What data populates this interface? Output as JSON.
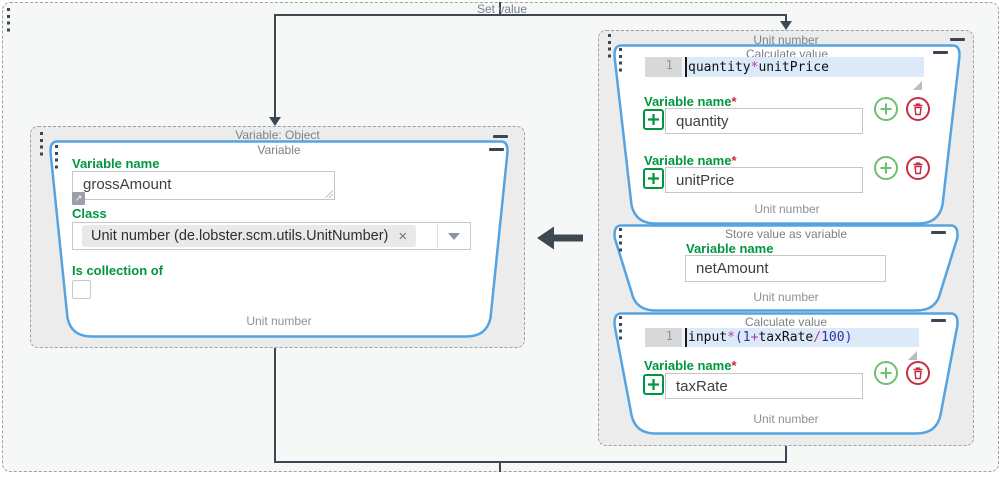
{
  "outer": {
    "label": "Set value"
  },
  "left_group": {
    "title": "Variable: Object",
    "node": {
      "title": "Variable",
      "variable_name_label": "Variable name",
      "variable_name_value": "grossAmount",
      "class_label": "Class",
      "class_value": "Unit number (de.lobster.scm.utils.UnitNumber)",
      "is_collection_label": "Is collection of",
      "footer": "Unit number"
    }
  },
  "right_group": {
    "title": "Unit number",
    "nodes": [
      {
        "title": "Calculate value",
        "line_no": "1",
        "tokens": [
          {
            "t": "quantity"
          },
          {
            "t": "*"
          },
          {
            "t": "unitPrice"
          }
        ],
        "params": [
          {
            "label": "Variable name",
            "required": "*",
            "value": "quantity"
          },
          {
            "label": "Variable name",
            "required": "*",
            "value": "unitPrice"
          }
        ],
        "footer": "Unit number"
      },
      {
        "title": "Store value as variable",
        "label": "Variable name",
        "value": "netAmount",
        "footer": "Unit number"
      },
      {
        "title": "Calculate value",
        "line_no": "1",
        "tokens": [
          {
            "t": "input"
          },
          {
            "t": "*"
          },
          {
            "t": "("
          },
          {
            "t": "1"
          },
          {
            "t": "+"
          },
          {
            "t": "taxRate"
          },
          {
            "t": "/"
          },
          {
            "t": "100"
          },
          {
            "t": ")"
          }
        ],
        "params": [
          {
            "label": "Variable name",
            "required": "*",
            "value": "taxRate"
          }
        ],
        "footer": "Unit number"
      }
    ]
  },
  "icons": {
    "remove_chip": "×",
    "expand_arrow": "↗"
  },
  "colors": {
    "node_border": "#55a4e1",
    "label_green": "#00963f",
    "connector": "#3e4852",
    "code_operator": "#b53ba5",
    "code_number": "#33339e",
    "add_green": "#6fbf72",
    "delete_red": "#c52f44"
  }
}
